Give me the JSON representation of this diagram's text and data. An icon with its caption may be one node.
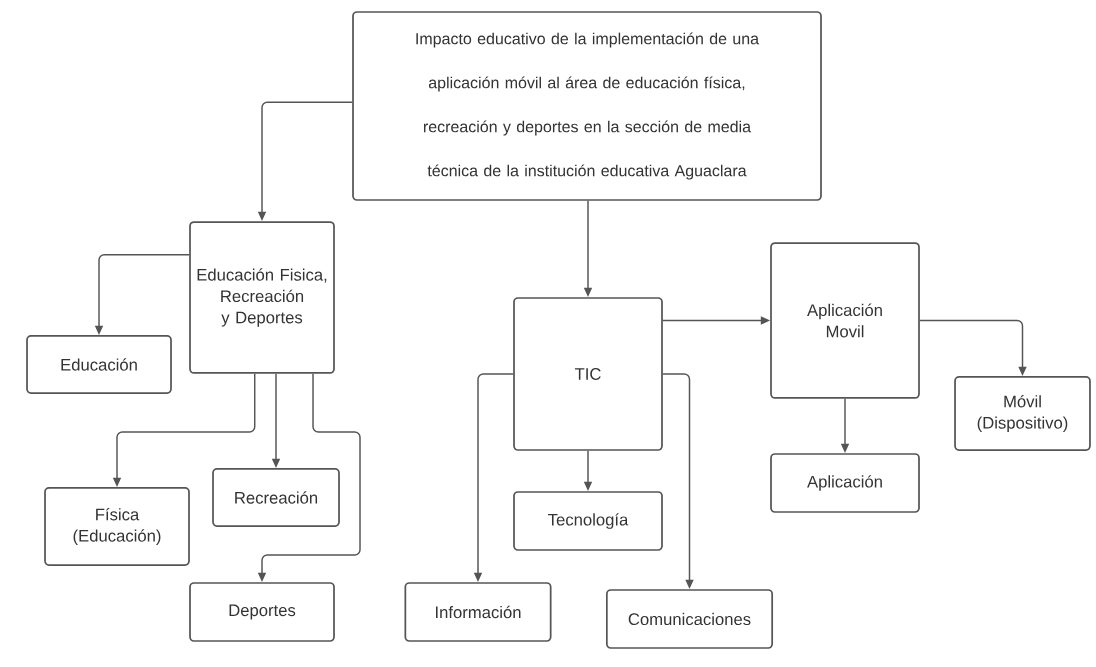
{
  "diagram": {
    "nodes": [
      {
        "text": [
          "Impacto educativo de la implementación de una aplicación móvil al área de educación física, recreación y deportes en la sección de media técnica de la institución educativa Aguaclara"
        ]
      },
      {
        "text": [
          "Educación Fisica, Recreación y Deportes"
        ]
      },
      {
        "text": [
          "Educación"
        ]
      },
      {
        "text": [
          "Física (Educación)"
        ]
      },
      {
        "text": [
          "Recreación"
        ]
      },
      {
        "text": [
          "Deportes"
        ]
      },
      {
        "text": [
          "TIC"
        ]
      },
      {
        "text": [
          "Tecnología"
        ]
      },
      {
        "text": [
          "Información"
        ]
      },
      {
        "text": [
          "Comunicaciones"
        ]
      },
      {
        "text": [
          "Aplicación Movil"
        ]
      },
      {
        "text": [
          "Aplicación"
        ]
      },
      {
        "text": [
          "Móvil (Dispositivo)"
        ]
      }
    ],
    "edges": [
      {
        "from": 0,
        "to": 1,
        "arrow": "to"
      },
      {
        "from": 1,
        "to": 2,
        "arrow": "to"
      },
      {
        "from": 1,
        "to": 3,
        "arrow": "to"
      },
      {
        "from": 1,
        "to": 4,
        "arrow": "to"
      },
      {
        "from": 1,
        "to": 5,
        "arrow": "to"
      },
      {
        "from": 0,
        "to": 6,
        "arrow": "to"
      },
      {
        "from": 6,
        "to": 7,
        "arrow": "to"
      },
      {
        "from": 6,
        "to": 8,
        "arrow": "to"
      },
      {
        "from": 6,
        "to": 9,
        "arrow": "to"
      },
      {
        "from": 6,
        "to": 10,
        "arrow": "to"
      },
      {
        "from": 10,
        "to": 11,
        "arrow": "to"
      },
      {
        "from": 10,
        "to": 12,
        "arrow": "to"
      }
    ]
  }
}
